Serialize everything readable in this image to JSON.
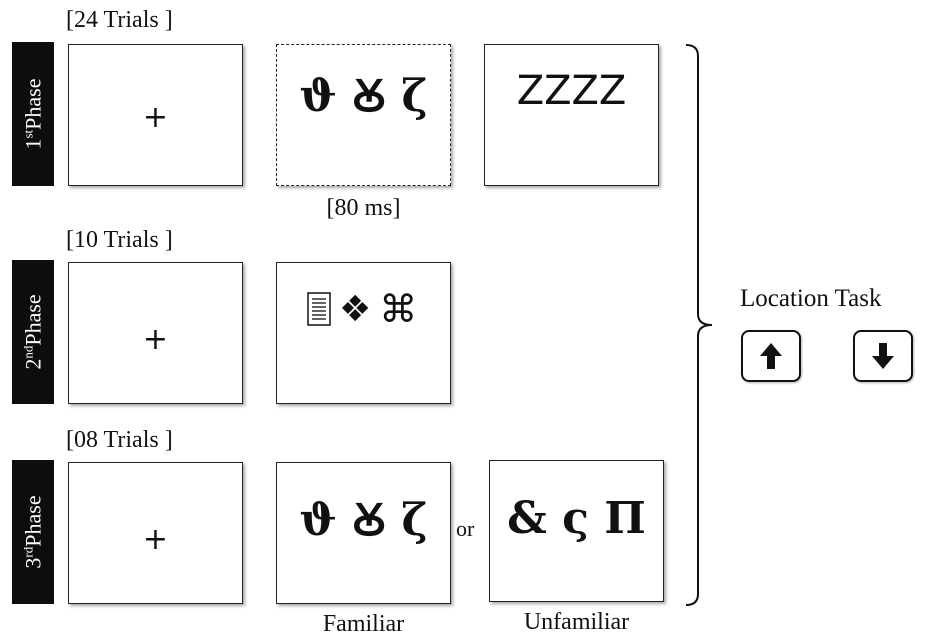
{
  "phases": [
    {
      "tab": {
        "main": "Phase",
        "num": "1",
        "suffix": "st"
      },
      "trials": "[24 Trials ]",
      "fixation": "+",
      "prime": "ϑ Ꙋ ζ",
      "duration": "[80 ms]",
      "mask": "ZZZZ"
    },
    {
      "tab": {
        "main": "Phase",
        "num": "2",
        "suffix": "nd"
      },
      "trials": "[10 Trials ]",
      "fixation": "+",
      "prime_symbols": [
        "❖",
        "⌘"
      ],
      "doc_icon": "document-lines-icon"
    },
    {
      "tab": {
        "main": "Phase",
        "num": "3",
        "suffix": "rd"
      },
      "trials": "[08 Trials ]",
      "fixation": "+",
      "familiar": "ϑ Ꙋ ζ",
      "or": "or",
      "unfamiliar": "& ς Π",
      "familiar_label": "Familiar",
      "unfamiliar_label": "Unfamiliar"
    }
  ],
  "task": {
    "label": "Location Task",
    "keys": [
      "arrow-up-icon",
      "arrow-down-icon"
    ]
  }
}
